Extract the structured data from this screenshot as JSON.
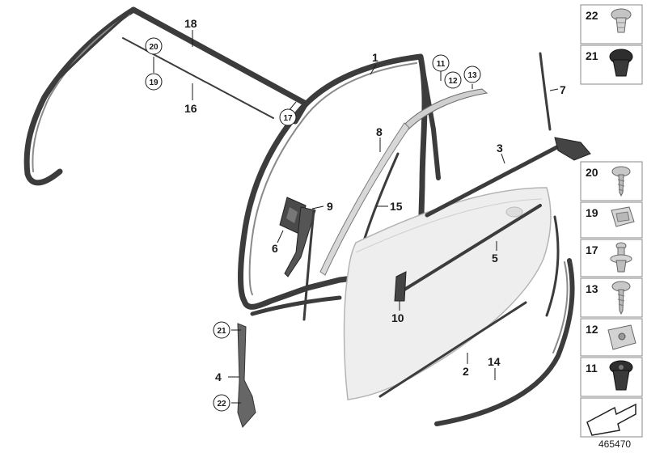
{
  "callouts": [
    {
      "id": "1",
      "text": "1"
    },
    {
      "id": "2",
      "text": "2"
    },
    {
      "id": "3",
      "text": "3"
    },
    {
      "id": "4",
      "text": "4"
    },
    {
      "id": "5",
      "text": "5"
    },
    {
      "id": "6",
      "text": "6"
    },
    {
      "id": "7",
      "text": "7"
    },
    {
      "id": "8",
      "text": "8"
    },
    {
      "id": "9",
      "text": "9"
    },
    {
      "id": "10",
      "text": "10"
    },
    {
      "id": "14",
      "text": "14"
    },
    {
      "id": "15",
      "text": "15"
    },
    {
      "id": "16",
      "text": "16"
    },
    {
      "id": "18",
      "text": "18"
    }
  ],
  "circled": [
    {
      "id": "c20",
      "text": "20"
    },
    {
      "id": "c19",
      "text": "19"
    },
    {
      "id": "c17",
      "text": "17"
    },
    {
      "id": "c11",
      "text": "11"
    },
    {
      "id": "c12",
      "text": "12"
    },
    {
      "id": "c13",
      "text": "13"
    },
    {
      "id": "c21",
      "text": "21"
    },
    {
      "id": "c22",
      "text": "22"
    }
  ],
  "sidebar": [
    {
      "id": "22",
      "text": "22",
      "icon": "push-clip-icon"
    },
    {
      "id": "21",
      "text": "21",
      "icon": "grommet-icon"
    },
    {
      "id": "20",
      "text": "20",
      "icon": "torx-screw-icon"
    },
    {
      "id": "19",
      "text": "19",
      "icon": "retainer-clip-icon"
    },
    {
      "id": "17",
      "text": "17",
      "icon": "expanding-rivet-icon"
    },
    {
      "id": "13",
      "text": "13",
      "icon": "pan-head-screw-icon"
    },
    {
      "id": "12",
      "text": "12",
      "icon": "speed-nut-icon"
    },
    {
      "id": "11",
      "text": "11",
      "icon": "expanding-nut-icon"
    },
    {
      "id": "arrow",
      "text": "",
      "icon": "direction-arrow-icon"
    }
  ],
  "reference_number": "465470"
}
